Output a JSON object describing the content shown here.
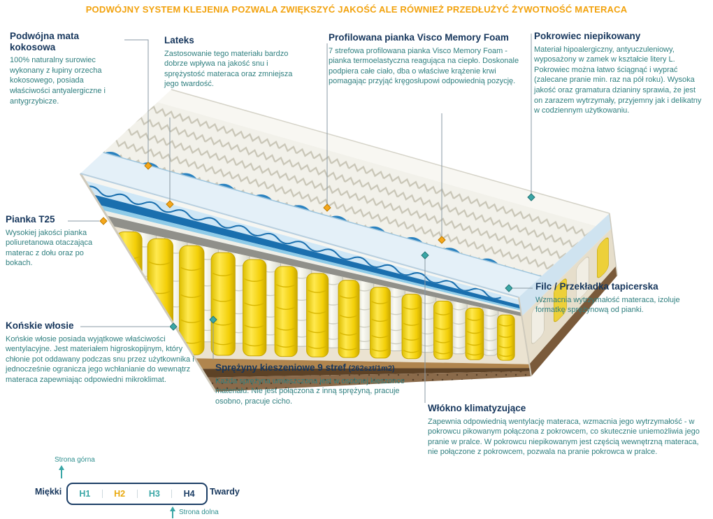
{
  "banner": {
    "text": "PODWÓJNY SYSTEM KLEJENIA POZWALA ZWIĘKSZYĆ JAKOŚĆ ALE RÓWNIEŻ PRZEDŁUŻYĆ ŻYWOTNOŚĆ MATERACA"
  },
  "callouts": {
    "coconut_mat": {
      "title": "Podwójna mata kokosowa",
      "body": "100% naturalny surowiec wykonany z łupiny orzecha kokosowego, posiada właściwości antyalergiczne i antygrzybicze."
    },
    "latex": {
      "title": "Lateks",
      "body": "Zastosowanie tego materiału bardzo dobrze wpływa na jakość snu i sprężystość materaca oraz zmniejsza jego twardość."
    },
    "visco": {
      "title": "Profilowana pianka Visco Memory Foam",
      "body": "7 strefowa profilowana pianka Visco Memory Foam - pianka termoelastyczna reagująca na ciepło. Doskonale podpiera całe ciało, dba o właściwe krążenie krwi pomagając przyjąć kręgosłupowi odpowiednią pozycję."
    },
    "cover": {
      "title": "Pokrowiec niepikowany",
      "body": "Materiał hipoalergiczny, antyuczuleniowy, wyposażony w zamek w kształcie litery L. Pokrowiec można łatwo ściągnąć i wyprać (zalecane pranie min. raz na pół roku). Wysoka jakość oraz gramatura dzianiny sprawia, że jest on zarazem wytrzymały, przyjemny jak i delikatny w codziennym użytkowaniu."
    },
    "foam_t25": {
      "title": "Pianka T25",
      "body": "Wysokiej jakości pianka poliuretanowa otaczająca materac z dołu oraz po bokach."
    },
    "horsehair": {
      "title": "Końskie włosie",
      "body": "Końskie włosie posiada wyjątkowe właściwości wentylacyjne. Jest materiałem higroskopijnym, który chłonie pot oddawany podczas snu przez użytkownika i jednocześnie ogranicza jego wchłanianie do wewnątrz materaca zapewniając odpowiedni mikroklimat."
    },
    "springs": {
      "title": "Sprężyny kieszeniowe 9 stref",
      "suffix": "(262szt/1m2)",
      "body": "Każda sprężyna umieszczona jest w osobnej kieszonce materiału. Nie jest połączona z inną sprężyną, pracuje osobno, pracuje cicho."
    },
    "felt": {
      "title": "Filc / Przekładka tapicerska",
      "body": "Wzmacnia wytrzymałość materaca, izoluje formatkę sprężynową od pianki."
    },
    "fiber": {
      "title": "Włókno klimatyzujące",
      "body": "Zapewnia odpowiednią wentylację materaca, wzmacnia jego wytrzymałość - w pokrowcu pikowanym połączona z pokrowcem, co skutecznie uniemożliwia jego pranie w pralce. W pokrowcu niepikowanym jest częścią wewnętrzną materaca, nie połączone z pokrowcem, pozwala na pranie pokrowca w pralce."
    }
  },
  "hardness_scale": {
    "top_side": "Strona górna",
    "bottom_side": "Strona dolna",
    "soft": "Miękki",
    "hard": "Twardy",
    "levels": [
      {
        "label": "H1",
        "color": "#3aa6a6"
      },
      {
        "label": "H2",
        "color": "#e9a90e"
      },
      {
        "label": "H3",
        "color": "#3aa6a6"
      },
      {
        "label": "H4",
        "color": "#1c3e66"
      }
    ]
  },
  "colors": {
    "accent_orange": "#f2a20d",
    "body_teal": "#2f7f7f",
    "heading_navy": "#16365c",
    "spring_yellow": "#f6d70a",
    "wave_blue": "#1a6fae"
  }
}
